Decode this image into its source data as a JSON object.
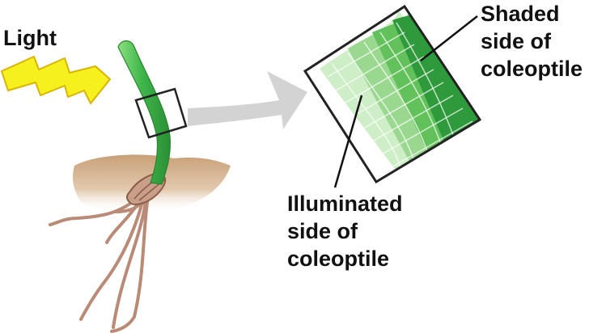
{
  "labels": {
    "light": "Light",
    "shaded": [
      "Shaded",
      "side of",
      "coleoptile"
    ],
    "illuminated": [
      "Illuminated",
      "side of",
      "coleoptile"
    ]
  },
  "colors": {
    "light_bolt": "#f6f01e",
    "coleoptile": "#3fb64a",
    "soil": "#c9a27a",
    "roots": "#b98a76",
    "arrow": "#d3d3d3",
    "cell_light": "#cdeec6",
    "cell_dark": "#2f9a3b"
  }
}
